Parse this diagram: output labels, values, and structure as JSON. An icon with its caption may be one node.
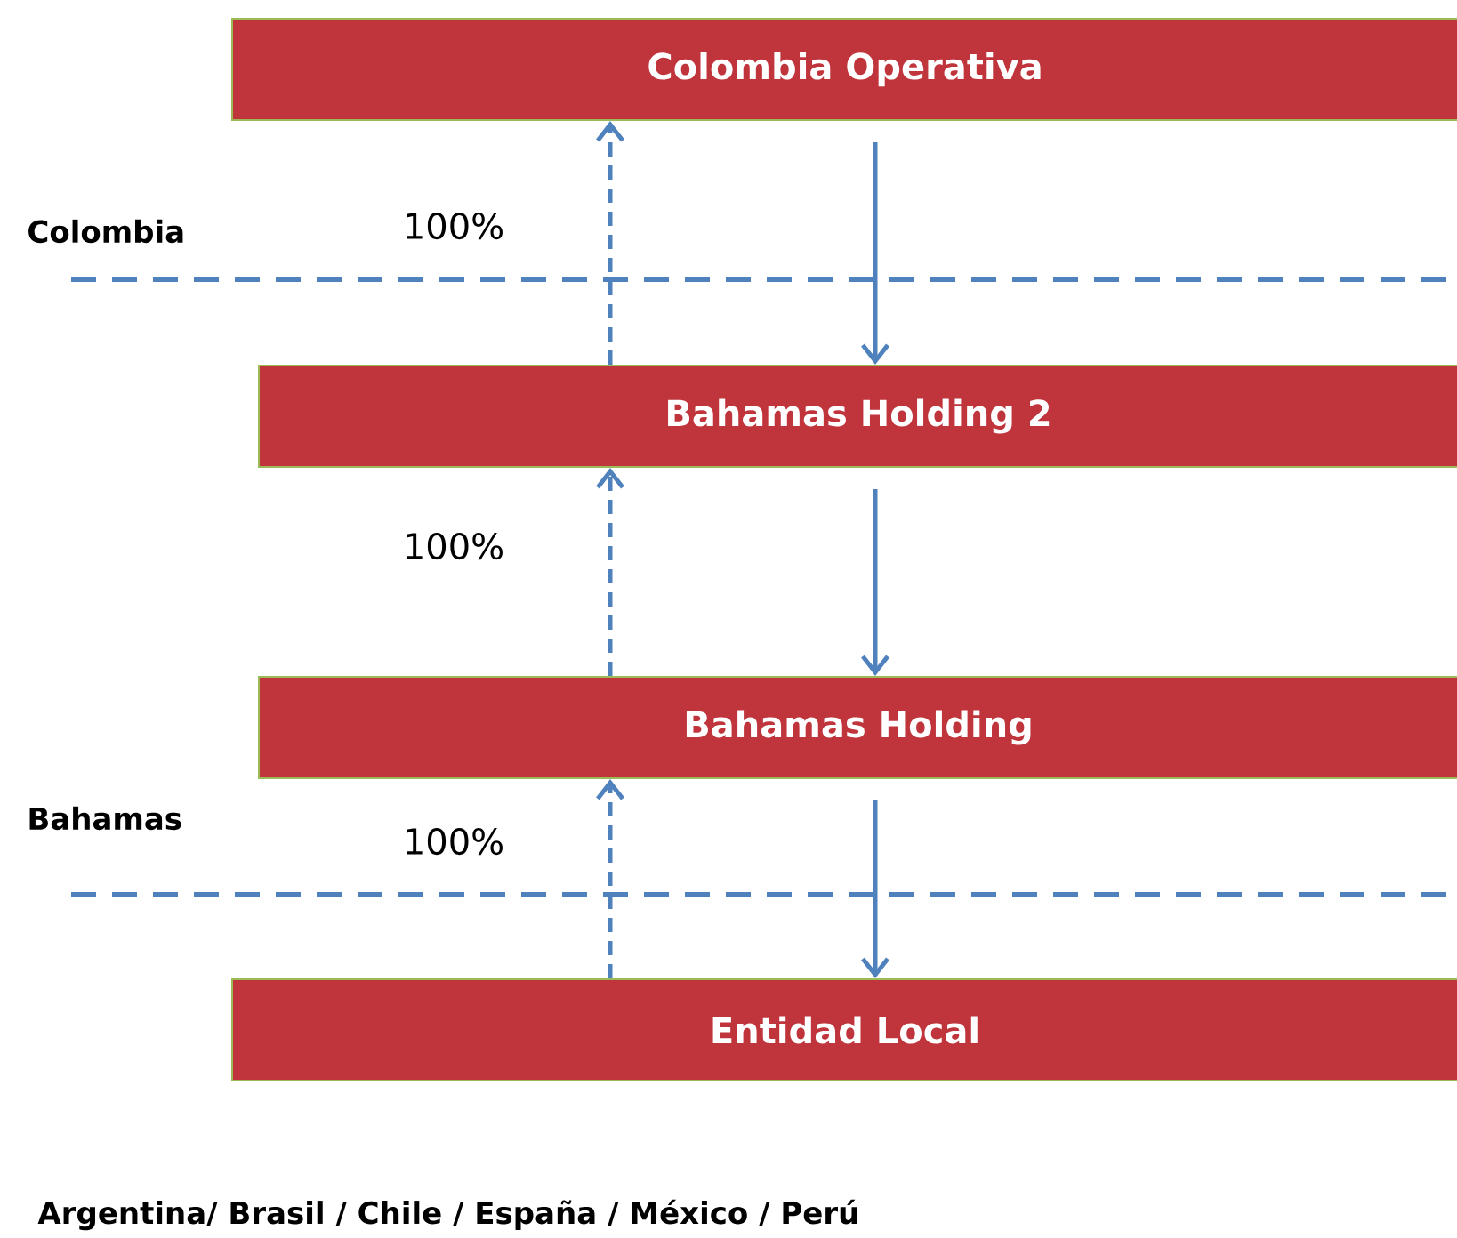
{
  "diagram": {
    "nodes": [
      {
        "text": [
          "Colombia Operativa"
        ]
      },
      {
        "text": [
          "Bahamas Holding 2"
        ]
      },
      {
        "text": [
          "Bahamas Holding"
        ]
      },
      {
        "text": [
          "Entidad Local"
        ]
      }
    ],
    "edges": [
      {
        "from": 0,
        "to": 1,
        "arrow": "to"
      },
      {
        "from": 1,
        "to": 0,
        "arrow": "to",
        "style": "dashed",
        "label": "100%"
      },
      {
        "from": 1,
        "to": 2,
        "arrow": "to"
      },
      {
        "from": 2,
        "to": 1,
        "arrow": "to",
        "style": "dashed",
        "label": "100%"
      },
      {
        "from": 2,
        "to": 3,
        "arrow": "to"
      },
      {
        "from": 3,
        "to": 2,
        "arrow": "to",
        "style": "dashed",
        "label": "100%"
      }
    ],
    "labels": [
      "Colombia",
      "Bahamas",
      "Argentina/ Brasil / Chile / España / México / Perú"
    ]
  }
}
